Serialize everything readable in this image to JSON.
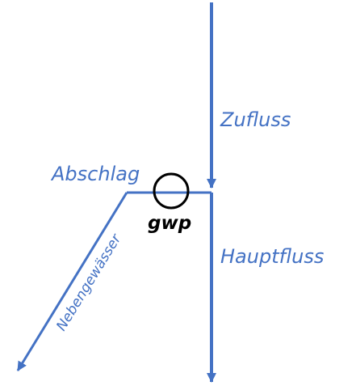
{
  "labels": {
    "inflow": "Zufluss",
    "main_river": "Hauptfluss",
    "diversion": "Abschlag",
    "tributary": "Nebengewässer",
    "gauge": "gwp"
  },
  "colors": {
    "river": "#4472c4",
    "gauge_outline": "#000000",
    "gauge_text": "#000000"
  }
}
